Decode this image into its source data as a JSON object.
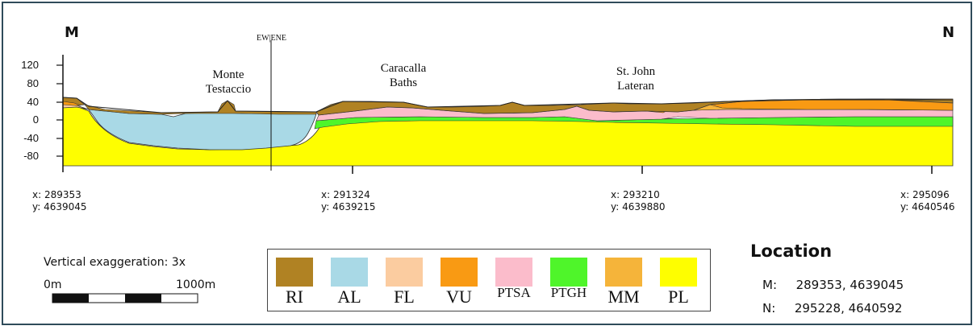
{
  "section": {
    "start_label": "M",
    "end_label": "N",
    "y_ticks": [
      "120",
      "80",
      "40",
      "0",
      "-40",
      "-80"
    ],
    "direction_change_label": "EW|ENE",
    "landmarks": [
      {
        "line1": "Monte",
        "line2": "Testaccio"
      },
      {
        "line1": "Caracalla",
        "line2": "Baths"
      },
      {
        "line1": "St. John",
        "line2": "Lateran"
      }
    ],
    "x_coords": [
      {
        "x": "x: 289353",
        "y": "y: 4639045"
      },
      {
        "x": "x: 291324",
        "y": "y: 4639215"
      },
      {
        "x": "x: 293210",
        "y": "y: 4639880"
      },
      {
        "x": "x: 295096",
        "y": "y: 4640546"
      }
    ]
  },
  "scale": {
    "exaggeration": "Vertical exaggeration: 3x",
    "start": "0m",
    "end": "1000m"
  },
  "legend": [
    {
      "code": "RI",
      "color": "#b08223"
    },
    {
      "code": "AL",
      "color": "#a9d9e6"
    },
    {
      "code": "FL",
      "color": "#fbcca0"
    },
    {
      "code": "VU",
      "color": "#f99a13"
    },
    {
      "code": "PTSA",
      "color": "#fbbccb"
    },
    {
      "code": "PTGH",
      "color": "#4ff52a"
    },
    {
      "code": "MM",
      "color": "#f5b43a"
    },
    {
      "code": "PL",
      "color": "#fefe00"
    }
  ],
  "location": {
    "title": "Location",
    "rows": [
      {
        "key": "M:",
        "value": "289353, 4639045"
      },
      {
        "key": "N:",
        "value": "295228, 4640592"
      }
    ]
  }
}
